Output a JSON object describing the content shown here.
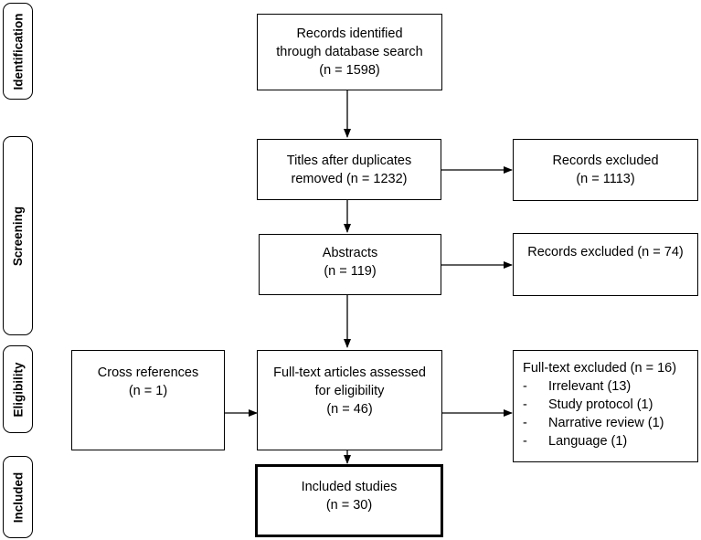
{
  "stages": {
    "identification": "Identification",
    "screening": "Screening",
    "eligibility": "Eligibility",
    "included": "Included"
  },
  "boxes": {
    "identified": {
      "line1": "Records identified",
      "line2": "through database search",
      "line3": "(n = 1598)"
    },
    "titles": {
      "line1": "Titles after duplicates",
      "line2": "removed (n = 1232)"
    },
    "excluded_titles": {
      "line1": "Records excluded",
      "line2": "(n = 1113)"
    },
    "abstracts": {
      "line1": "Abstracts",
      "line2": "(n = 119)"
    },
    "excluded_abstracts": {
      "line1": "Records excluded (n = 74)"
    },
    "cross_refs": {
      "line1": "Cross references",
      "line2": "(n = 1)"
    },
    "fulltext": {
      "line1": "Full-text articles assessed",
      "line2": "for eligibility",
      "line3": "(n = 46)"
    },
    "fulltext_excluded": {
      "title": "Full-text excluded (n = 16)",
      "items": [
        {
          "dash": "-",
          "text": "Irrelevant (13)"
        },
        {
          "dash": "-",
          "text": "Study protocol (1)"
        },
        {
          "dash": "-",
          "text": "Narrative review (1)"
        },
        {
          "dash": "-",
          "text": "Language (1)"
        }
      ]
    },
    "included": {
      "line1": "Included studies",
      "line2": "(n = 30)"
    }
  }
}
